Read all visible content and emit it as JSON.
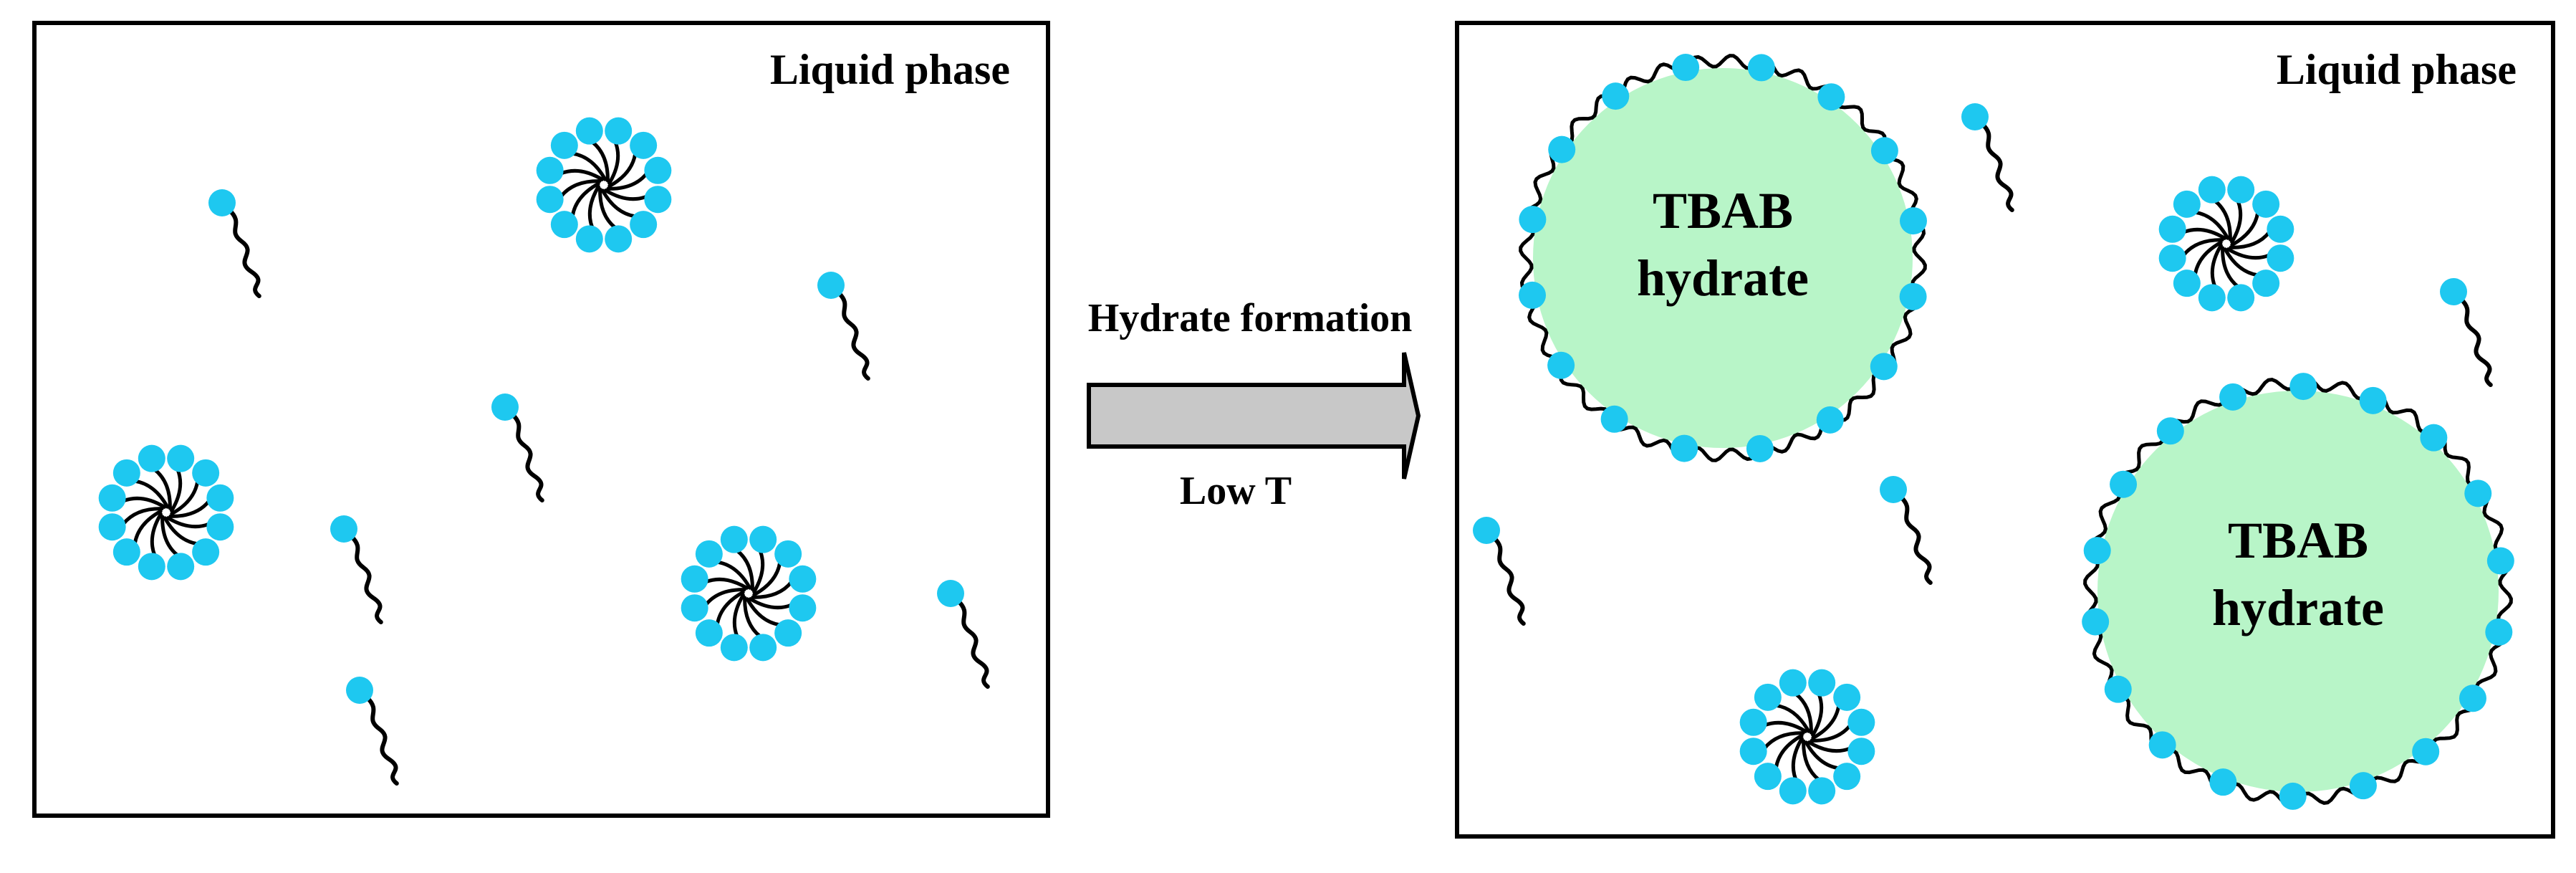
{
  "left_panel": {
    "label": "Liquid phase"
  },
  "right_panel": {
    "label": "Liquid phase",
    "hydrates": [
      {
        "line1": "TBAB",
        "line2": "hydrate"
      },
      {
        "line1": "TBAB",
        "line2": "hydrate"
      }
    ]
  },
  "arrow": {
    "top_label": "Hydrate formation",
    "bottom_label": "Low T"
  },
  "colors": {
    "head": "#1EC8F0",
    "tail": "#000000",
    "hydrate_fill": "#B8F5C8",
    "arrow_fill": "#C8C8C8",
    "frame": "#000000"
  }
}
